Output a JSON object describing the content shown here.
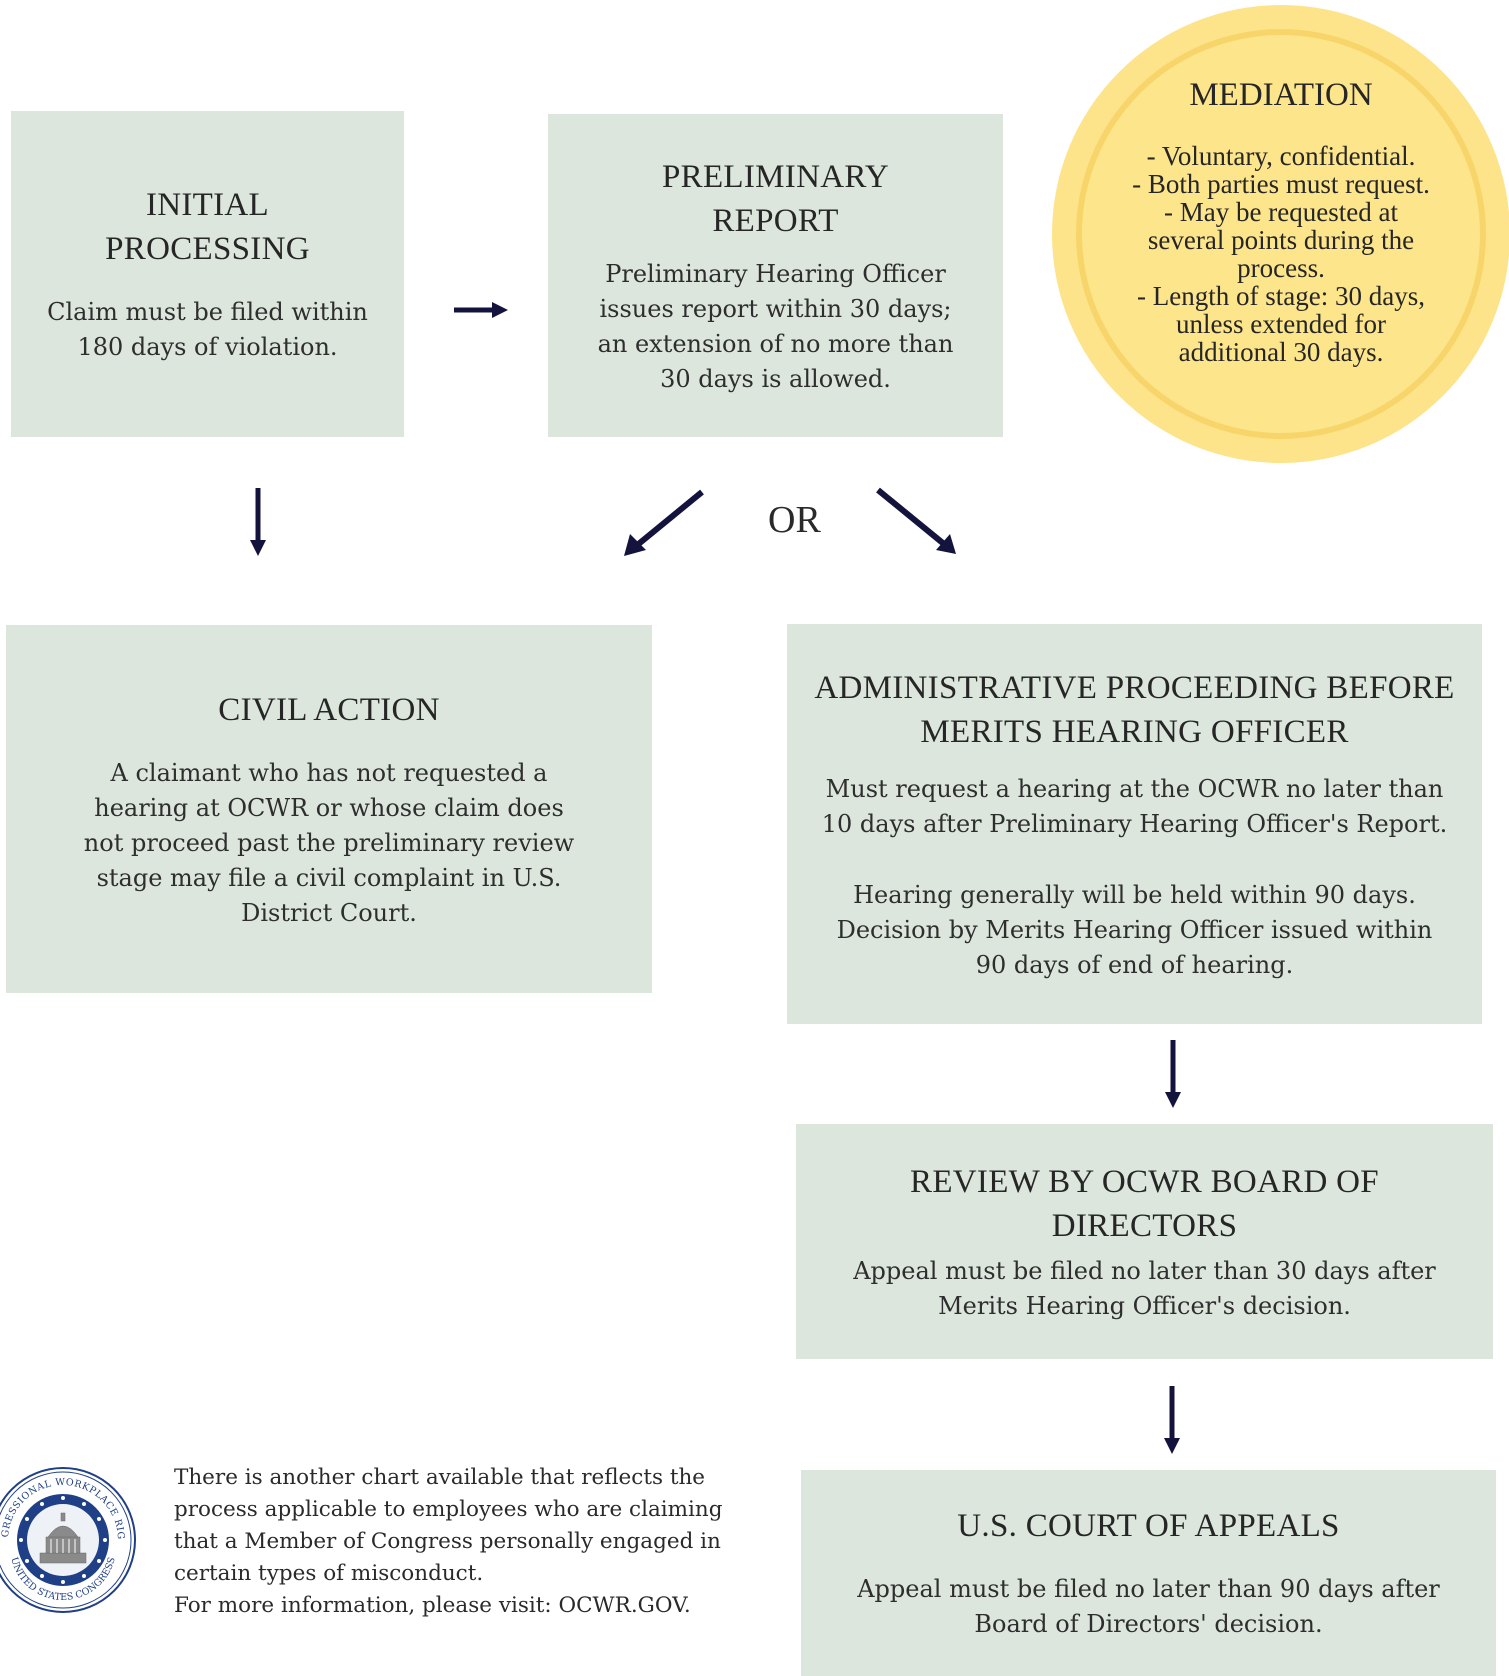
{
  "initial": {
    "title_lines": [
      "INITIAL",
      "PROCESSING"
    ],
    "body_lines": [
      "Claim must be filed within",
      "180 days of violation."
    ]
  },
  "preliminary": {
    "title_lines": [
      "PRELIMINARY",
      "REPORT"
    ],
    "body_lines": [
      "Preliminary Hearing Officer",
      "issues report within 30 days;",
      "an extension of no more than",
      "30 days is allowed."
    ]
  },
  "mediation": {
    "title": "MEDIATION",
    "lines": [
      "- Voluntary, confidential.",
      "- Both parties must request.",
      "- May be requested at",
      "several points during the",
      "process.",
      "- Length of stage: 30 days,",
      "unless extended for",
      "additional 30 days."
    ]
  },
  "or_label": "OR",
  "civil": {
    "title": "CIVIL ACTION",
    "body_lines": [
      "A claimant who has not requested a",
      "hearing at OCWR or whose claim does",
      "not proceed past the preliminary review",
      "stage may file a civil complaint in U.S.",
      "District Court."
    ]
  },
  "admin": {
    "title_lines": [
      "ADMINISTRATIVE PROCEEDING BEFORE",
      "MERITS HEARING OFFICER"
    ],
    "para1_lines": [
      "Must request a hearing at the OCWR no later than",
      "10 days after Preliminary Hearing Officer's Report."
    ],
    "para2_lines": [
      "Hearing generally will be held within 90 days.",
      "Decision by Merits Hearing Officer issued within",
      "90 days of end of hearing."
    ]
  },
  "review": {
    "title": "REVIEW BY OCWR BOARD OF DIRECTORS",
    "body_lines": [
      "Appeal must be filed no later than 30 days after",
      "Merits Hearing Officer's decision."
    ]
  },
  "court": {
    "title": "U.S. COURT OF APPEALS",
    "body_lines": [
      "Appeal must be filed no later than 90 days after",
      "Board of Directors' decision."
    ]
  },
  "footer": {
    "lines": [
      "There is another chart available that reflects the",
      "process applicable to employees who are claiming",
      "that a Member of Congress personally engaged in",
      "certain types of misconduct.",
      "For more information, please visit: OCWR.GOV."
    ]
  },
  "seal": {
    "top_text": "CONGRESSIONAL WORKPLACE RIGHTS",
    "bottom_text": "UNITED STATES CONGRESS"
  },
  "colors": {
    "box_fill": "#dce6dd",
    "mediation_fill": "#fde58b",
    "mediation_ring": "#e6b52a",
    "arrow": "#14133e",
    "seal_blue": "#1f3f86"
  }
}
